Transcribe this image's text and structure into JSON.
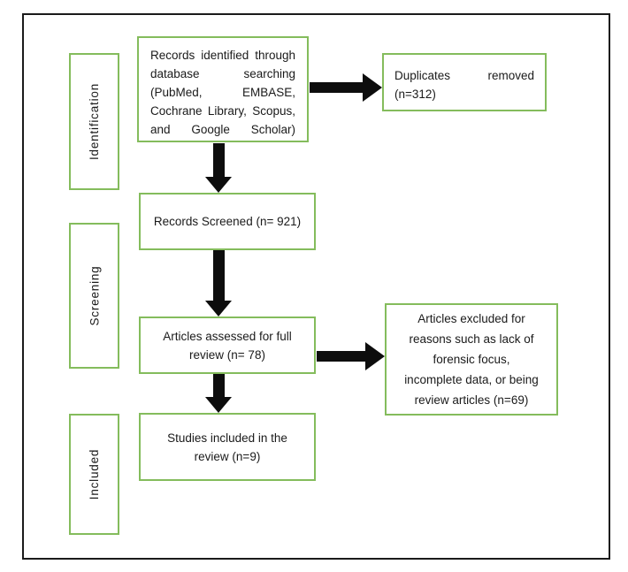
{
  "diagram": {
    "title": "PRISMA-style study selection flow diagram",
    "stages": [
      {
        "label": "Identification"
      },
      {
        "label": "Screening"
      },
      {
        "label": "Included"
      }
    ],
    "boxes": {
      "identified": {
        "lines": [
          "Records identified through",
          "database searching",
          "(PubMed, EMBASE,",
          "Cochrane Library, Scopus,",
          "and Google Scholar)"
        ]
      },
      "duplicates": {
        "lines": [
          "Duplicates removed",
          "(n=312)"
        ]
      },
      "screened": {
        "text": "Records Screened (n= 921)"
      },
      "assessed": {
        "text": "Articles assessed for full review (n= 78)"
      },
      "excluded": {
        "text": "Articles excluded for reasons such as lack of forensic focus, incomplete data, or being review articles (n=69)"
      },
      "included": {
        "text": "Studies included in the review (n=9)"
      }
    },
    "colors": {
      "box_border": "#84bc5c",
      "arrow": "#0d0d0d",
      "frame": "#1b1b1b"
    }
  }
}
